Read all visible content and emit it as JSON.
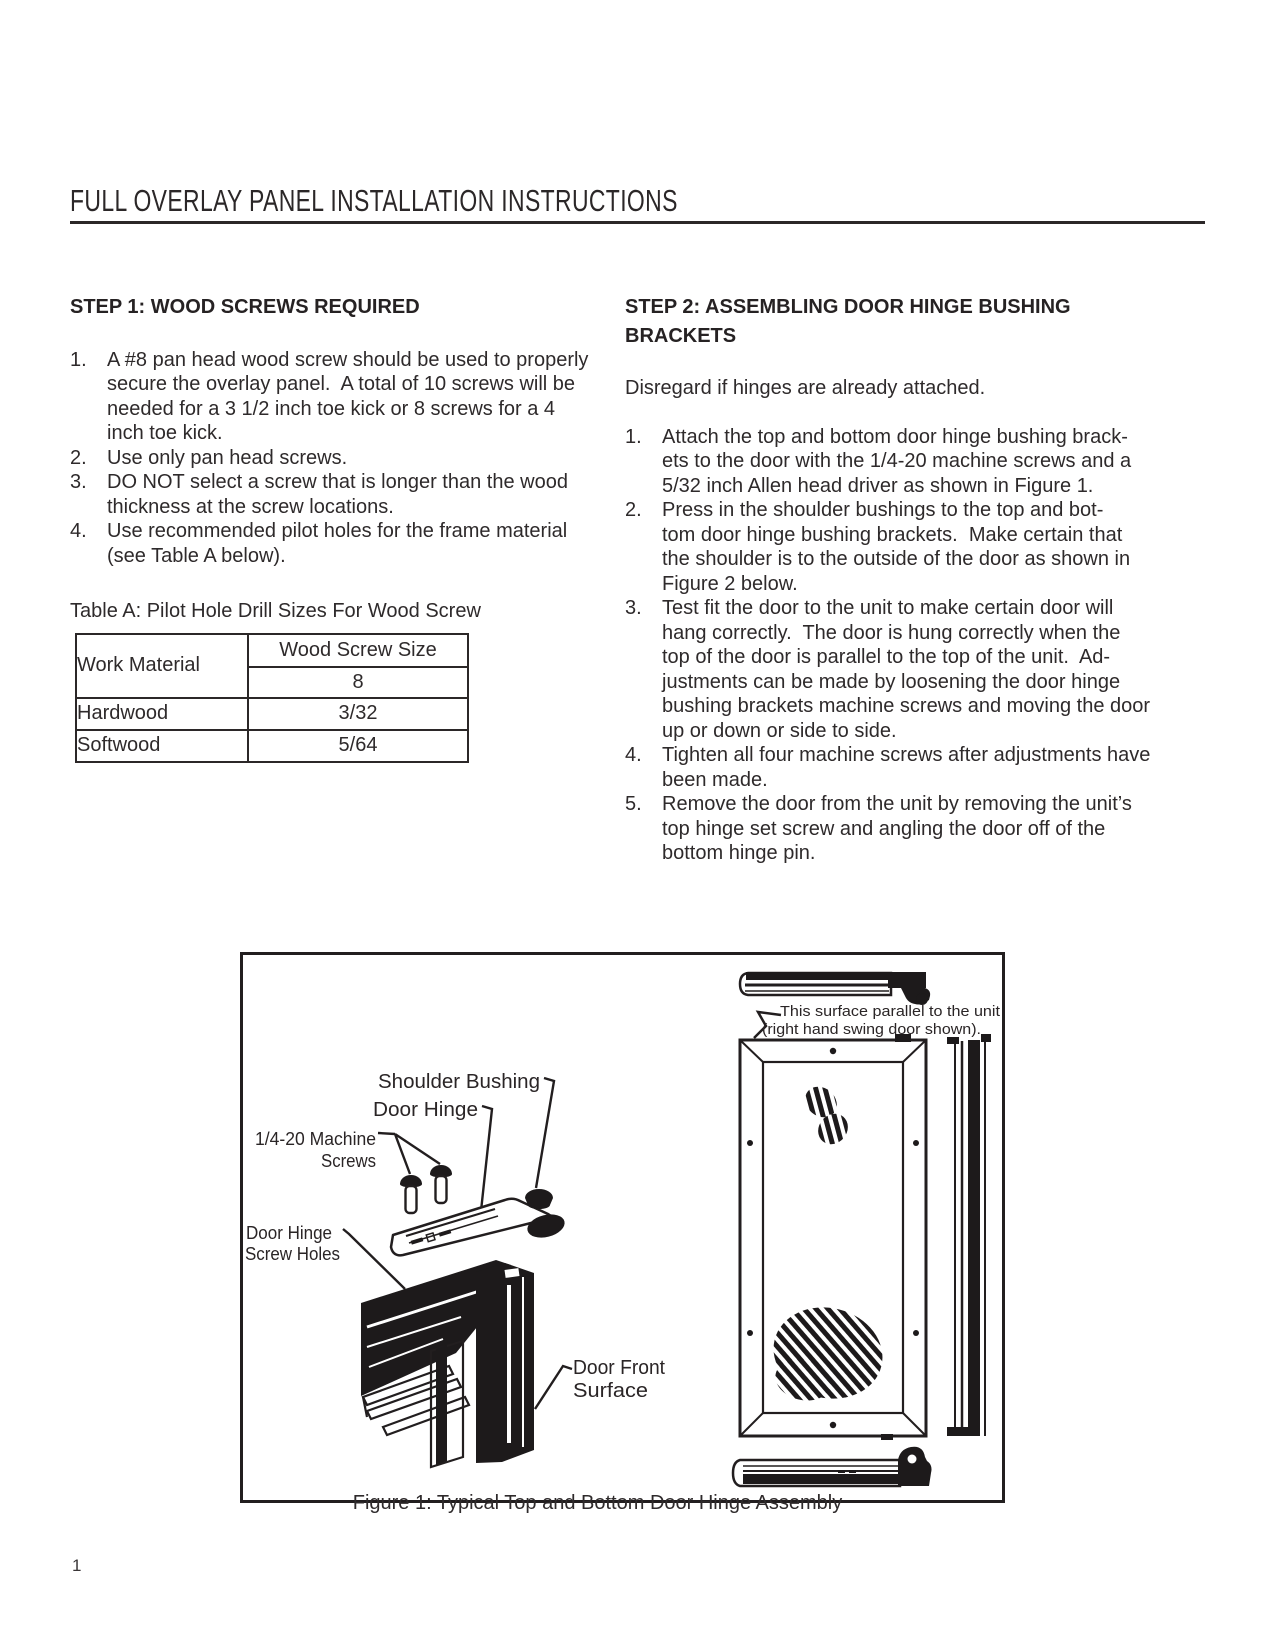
{
  "page": {
    "title": "FULL OVERLAY PANEL INSTALLATION INSTRUCTIONS",
    "page_number": "1"
  },
  "step1": {
    "heading": "STEP 1: WOOD SCREWS REQUIRED",
    "items": [
      {
        "num": "1.",
        "text": "A #8 pan head wood screw should be used to properly\nsecure the overlay panel.  A total of 10 screws will be\nneeded for a 3 1/2 inch toe kick or 8 screws for a 4\ninch toe kick."
      },
      {
        "num": "2.",
        "text": "Use only pan head screws."
      },
      {
        "num": "3.",
        "text": "DO NOT select a screw that is longer than the wood\nthickness at the screw locations."
      },
      {
        "num": "4.",
        "text": "Use recommended pilot holes for the frame material\n(see Table A below)."
      }
    ],
    "table": {
      "caption": "Table A: Pilot Hole Drill Sizes For Wood Screw",
      "col1_header": "Work Material",
      "col2_header": "Wood Screw Size",
      "col2_subheader": "8",
      "rows": [
        {
          "material": "Hardwood",
          "size": "3/32"
        },
        {
          "material": "Softwood",
          "size": "5/64"
        }
      ]
    }
  },
  "step2": {
    "heading": "STEP 2: ASSEMBLING DOOR HINGE BUSHING\nBRACKETS",
    "intro": "Disregard if hinges are already attached.",
    "items": [
      {
        "num": "1.",
        "text": "Attach the top and bottom door hinge bushing brack-\nets to the door with the 1/4-20 machine screws and a\n5/32 inch Allen head driver as shown in Figure 1."
      },
      {
        "num": "2.",
        "text": "Press in the shoulder bushings to the top and bot-\ntom door hinge bushing brackets.  Make certain that\nthe shoulder is to the outside of the door as shown in\nFigure 2 below."
      },
      {
        "num": "3.",
        "text": "Test fit the door to the unit to make certain door will\nhang correctly.  The door is hung correctly when the\ntop of the door is parallel to the top of the unit.  Ad-\njustments can be made by loosening the door hinge\nbushing brackets machine screws and moving the door\nup or down or side to side."
      },
      {
        "num": "4.",
        "text": "Tighten all four machine screws after adjustments have\nbeen made."
      },
      {
        "num": "5.",
        "text": "Remove the door from the unit by removing the unit’s\ntop hinge set screw and angling the door off of the\nbottom hinge pin."
      }
    ]
  },
  "figure": {
    "caption": "Figure 1: Typical Top and Bottom Door Hinge Assembly",
    "labels": {
      "shoulder_bushing": "Shoulder Bushing",
      "door_hinge": "Door Hinge",
      "machine_screws_1": "1/4-20 Machine",
      "machine_screws_2": "Screws",
      "screw_holes_1": "Door Hinge",
      "screw_holes_2": "Screw Holes",
      "door_front_1": "Door Front",
      "door_front_2": "Surface",
      "surface_note_1": "This surface parallel to the unit",
      "surface_note_2": "(right hand swing door shown)."
    }
  }
}
